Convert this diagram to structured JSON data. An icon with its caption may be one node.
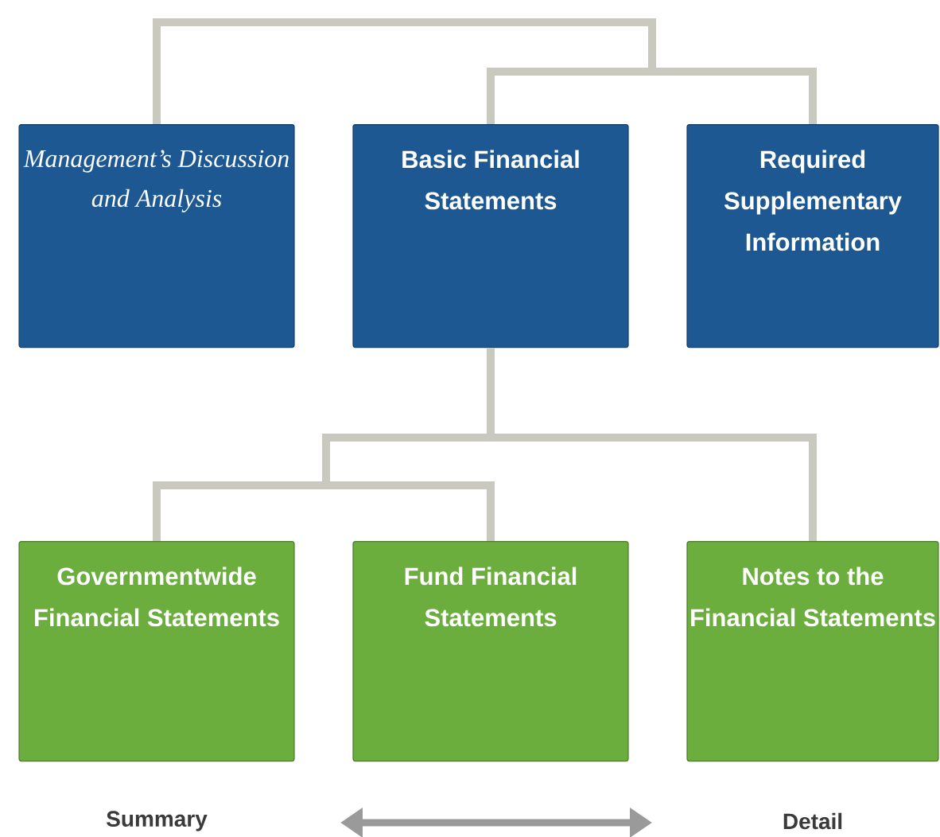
{
  "diagram": {
    "nodes": [
      {
        "text": [
          "Management’s Discussion and Analysis"
        ]
      },
      {
        "text": [
          "Basic Financial Statements"
        ]
      },
      {
        "text": [
          "Required Supplementary Information"
        ]
      },
      {
        "text": [
          "Governmentwide Financial Statements"
        ]
      },
      {
        "text": [
          "Fund Financial Statements"
        ]
      },
      {
        "text": [
          "Notes to the Financial Statements"
        ]
      }
    ],
    "edges": [
      {
        "from": 0,
        "to": 1,
        "arrow": "none"
      },
      {
        "from": 1,
        "to": 2,
        "arrow": "none"
      },
      {
        "from": 1,
        "to": 3,
        "arrow": "none"
      },
      {
        "from": 1,
        "to": 4,
        "arrow": "none"
      },
      {
        "from": 1,
        "to": 5,
        "arrow": "none"
      }
    ],
    "labels": [
      "Summary",
      "Detail"
    ]
  }
}
